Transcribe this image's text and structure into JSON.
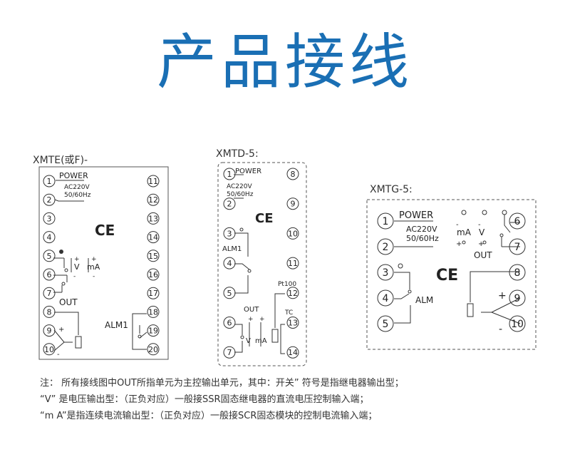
{
  "title": "产品接线",
  "accent_color": "#1a6fb4",
  "diagrams": {
    "xmte": {
      "label": "XMTE(或F)-",
      "terminals_left": [
        "1",
        "2",
        "3",
        "4",
        "5",
        "6",
        "7",
        "8",
        "9",
        "10"
      ],
      "terminals_right": [
        "11",
        "12",
        "13",
        "14",
        "15",
        "16",
        "17",
        "18",
        "19",
        "20"
      ],
      "power": "POWER",
      "ac": "AC220V",
      "freq": "50/60Hz",
      "ce": "CE",
      "out": "OUT",
      "v": "V",
      "ma": "mA",
      "alm": "ALM1"
    },
    "xmtd": {
      "label": "XMTD-5:",
      "terminals_left": [
        "1",
        "2",
        "3",
        "4",
        "5",
        "6",
        "7"
      ],
      "terminals_right": [
        "8",
        "9",
        "10",
        "11",
        "12",
        "13",
        "14"
      ],
      "power": "POWER",
      "ac": "AC220V",
      "freq": "50/60Hz",
      "ce": "CE",
      "alm": "ALM1",
      "out": "OUT",
      "v": "V",
      "ma": "mA",
      "pt100": "Pt100",
      "tc": "TC"
    },
    "xmtg": {
      "label": "XMTG-5:",
      "terminals_left": [
        "1",
        "2",
        "3",
        "4",
        "5"
      ],
      "terminals_right": [
        "6",
        "7",
        "8",
        "9",
        "10"
      ],
      "power": "POWER",
      "ac": "AC220V",
      "freq": "50/60Hz",
      "ce": "CE",
      "alm": "ALM",
      "out": "OUT",
      "v": "V",
      "ma": "mA"
    }
  },
  "notes": [
    "注：  所有接线图中OUT所指单元为主控输出单元，其中：开关”          符号是指继电器输出型；",
    "“V”    是电压输出型：（正负对应）一般接SSR固态继电器的直流电压控制输入端；",
    "“m  A”是指连续电流输出型：（正负对应）一般接SCR固态模块的控制电流输入端；"
  ]
}
